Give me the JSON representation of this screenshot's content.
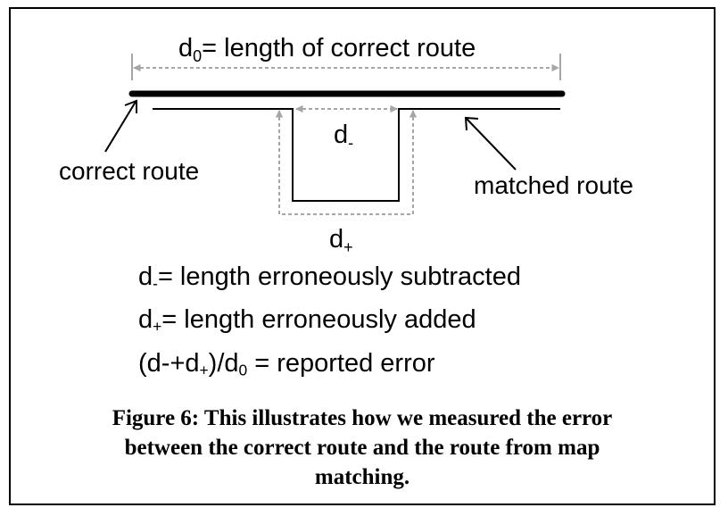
{
  "diagram": {
    "label_d0_base": "d",
    "label_d0_sub": "0",
    "label_d0_rest": "= length of correct route",
    "label_dminus_base": "d",
    "label_dminus_sub": "-",
    "label_dplus_base": "d",
    "label_dplus_sub": "+",
    "label_correct_route": "correct route",
    "label_matched_route": "matched route"
  },
  "legend": {
    "line1_base": "d",
    "line1_sub": "-",
    "line1_rest": "= length erroneously subtracted",
    "line2_base": "d",
    "line2_sub": "+",
    "line2_rest": "= length erroneously added",
    "line3_a": "(d-+d",
    "line3_sub1": "+",
    "line3_b": ")/d",
    "line3_sub2": "0",
    "line3_c": " = reported error"
  },
  "caption": {
    "line1": "Figure 6: This illustrates how we measured the error",
    "line2": "between the correct route and the route from map",
    "line3": "matching."
  },
  "colors": {
    "route": "#000000",
    "dimension": "#a6a6a6"
  }
}
